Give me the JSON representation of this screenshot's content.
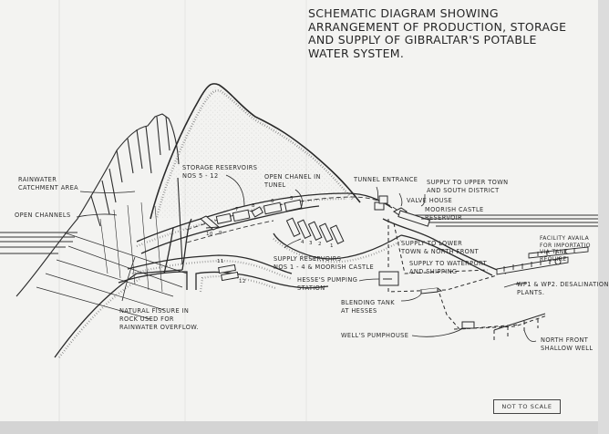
{
  "title": {
    "lines": [
      "SCHEMATIC DIAGRAM SHOWING",
      "ARRANGEMENT OF PRODUCTION, STORAGE",
      "AND SUPPLY OF GIBRALTAR'S POTABLE",
      "WATER SYSTEM."
    ]
  },
  "labels": {
    "rainwater_catchment": "RAINWATER\nCATCHMENT AREA",
    "open_channels": "OPEN CHANNELS",
    "storage_reservoirs": "STORAGE RESERVOIRS\nNos 5 - 12",
    "open_channel_tunnel": "OPEN CHANEL IN\nTUNEL",
    "tunnel_entrance": "TUNNEL ENTRANCE",
    "supply_upper_town": "SUPPLY TO UPPER TOWN\nAND SOUTH DISTRICT",
    "valve_house": "VALVE HOUSE",
    "moorish_castle_reservoir": "MOORISH CASTLE\nRESERVOIR",
    "supply_lower_town": "SUPPLY TO LOWER\nTOWN & NORTH FRONT",
    "supply_waterport": "SUPPLY TO WATERPORT\nAND SHIPPING",
    "supply_reservoirs": "SUPPLY RESERVOIRS\nNos 1 - 4 & MOORISH CASTLE",
    "hesses_pumping_station": "HESSE'S PUMPING\nSTATION",
    "blending_tank": "BLENDING TANK\nAT HESSES",
    "wells_pumphouse": "WELL'S PUMPHOUSE",
    "natural_fissure": "NATURAL FISSURE IN\nROCK USED FOR\nRAINWATER OVERFLOW.",
    "facility_importation": "FACILITY AVAILA\nFOR IMPORTATIO\nVIA TANK\nREQUIRE",
    "desalination_plants": "WP1 & WP2. DESALINATION\nPLANTS.",
    "north_front_wells": "NORTH FRONT\nSHALLOW WELL"
  },
  "reservoir_numbers": [
    "10",
    "9",
    "7",
    "8",
    "6",
    "5",
    "4",
    "3",
    "2",
    "1",
    "11",
    "12"
  ],
  "note": "NOT TO SCALE",
  "colors": {
    "paper": "#f3f3f1",
    "ink": "#2b2b2b",
    "stipple": "#555555"
  }
}
